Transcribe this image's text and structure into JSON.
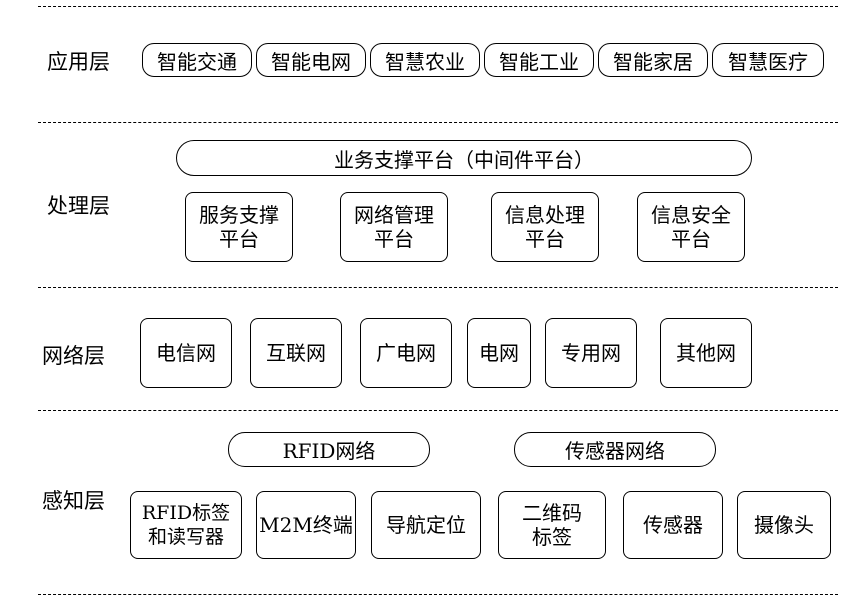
{
  "layers": {
    "application": {
      "label": "应用层",
      "items": [
        "智能交通",
        "智能电网",
        "智慧农业",
        "智能工业",
        "智能家居",
        "智慧医疗"
      ]
    },
    "processing": {
      "label": "处理层",
      "platform": "业务支撑平台（中间件平台）",
      "items": [
        "服务支撑\n平台",
        "网络管理\n平台",
        "信息处理\n平台",
        "信息安全\n平台"
      ]
    },
    "network": {
      "label": "网络层",
      "items": [
        "电信网",
        "互联网",
        "广电网",
        "电网",
        "专用网",
        "其他网"
      ]
    },
    "perception": {
      "label": "感知层",
      "groups": [
        "RFID网络",
        "传感器网络"
      ],
      "items": [
        "RFID标签\n和读写器",
        "M2M终端",
        "导航定位",
        "二维码\n标签",
        "传感器",
        "摄像头"
      ]
    }
  }
}
